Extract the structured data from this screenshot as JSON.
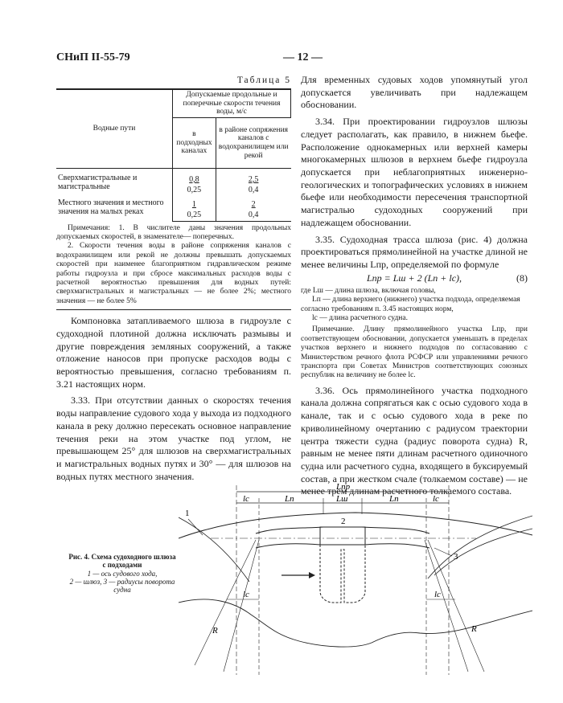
{
  "header": {
    "code": "СНиП II-55-79",
    "page": "— 12 —"
  },
  "table": {
    "caption": "Таблица 5",
    "col_waterways": "Водные пути",
    "col_speeds": "Допускаемые продольные и поперечные скорости течения воды, м/с",
    "col_channels": "в подходных каналах",
    "col_junction": "в районе сопряжения каналов с водохранилищем или рекой",
    "rows": [
      {
        "name": "Сверхмагистральные и магистральные",
        "a_top": "0,8",
        "a_bottom": "0,25",
        "b_top": "2,5",
        "b_bottom": "0,4"
      },
      {
        "name": "Местного значения и местного значения на малых реках",
        "a_top": "1",
        "a_bottom": "0,25",
        "b_top": "2",
        "b_bottom": "0,4"
      }
    ],
    "notes": [
      "Примечания: 1. В числителе даны значения продольных допускаемых скоростей, в знаменателе— поперечных.",
      "2. Скорости течения воды в районе сопряжения каналов с водохранилищем или рекой не должны превышать допускаемых скоростей при наименее благоприятном гидравлическом режиме работы гидроузла и при сбросе максимальных расходов воды с расчетной вероятностью превышения для водных путей: сверхмагистральных и магистральных — не более 2%; местного значения — не более 5%"
    ]
  },
  "left_text": {
    "p1": "Компоновка затапливаемого шлюза в гидроузле с судоходной плотиной должна исключать размывы и другие повреждения земляных сооружений, а также отложение наносов при пропуске расходов воды с вероятностью превышения, согласно требованиям п. 3.21 настоящих норм.",
    "p2": "3.33. При отсутствии данных о скоростях течения воды направление судового хода у выхода из подходного канала в реку должно пересекать основное направление течения реки на этом участке под углом, не превышающем 25° для шлюзов на сверхмагистральных и магистральных водных путях и 30° — для шлюзов на водных путях местного значения."
  },
  "right_text": {
    "p0": "Для временных судовых ходов упомянутый угол допускается увеличивать при надлежащем обосновании.",
    "p1": "3.34. При проектировании гидроузлов шлюзы следует располагать, как правило, в нижнем бьефе. Расположение однокамерных или верхней камеры многокамерных шлюзов в верхнем бьефе гидроузла допускается при неблагоприятных инженерно-геологических и топографических условиях в нижнем бьефе или необходимости пересечения транспортной магистралью судоходных сооружений при надлежащем обосновании.",
    "p2": "3.35. Судоходная трасса шлюза (рис. 4) должна проектироваться прямолинейной на участке длиной не менее величины Lпр, определяемой по формуле",
    "formula": "Lпр = Lш + 2 (Lп + lс),",
    "formula_num": "(8)",
    "where1": "где Lш — длина шлюза, включая головы,",
    "where2": "Lп — длина верхнего (нижнего) участка подхода, определяемая согласно требованиям п. 3.45 настоящих норм,",
    "where3": "lс — длина расчетного судна.",
    "note": "Примечание. Длину прямолинейного участка Lпр, при соответствующем обосновании, допускается уменьшать в пределах участков верхнего и нижнего подходов по согласованию с Министерством речного флота РСФСР или управлениями речного транспорта при Советах Министров соответствующих союзных республик на величину не более lс.",
    "p3": "3.36. Ось прямолинейного участка подходного канала должна сопрягаться как с осью судового хода в канале, так и с осью судового хода в реке по криволинейному очертанию с радиусом траектории центра тяжести судна (радиус поворота судна) R, равным не менее пяти длинам расчетного одиночного судна или расчетного судна, входящего в буксируемый состав, а при жестком счале (толкаемом составе) — не менее трем длинам расчетного толкаемого состава."
  },
  "figure": {
    "caption_title": "Рис. 4. Схема судоходного шлюза с подходами",
    "legend1": "1 — ось судового хода,",
    "legend2": "2 — шлюз, 3 — радиусы поворота судна",
    "lbl_lpr": "Lпр",
    "lbl_lc": "lс",
    "lbl_ln": "Lп",
    "lbl_lsh": "Lш",
    "lbl_R": "R",
    "n1": "1",
    "n2": "2",
    "n3": "3"
  }
}
